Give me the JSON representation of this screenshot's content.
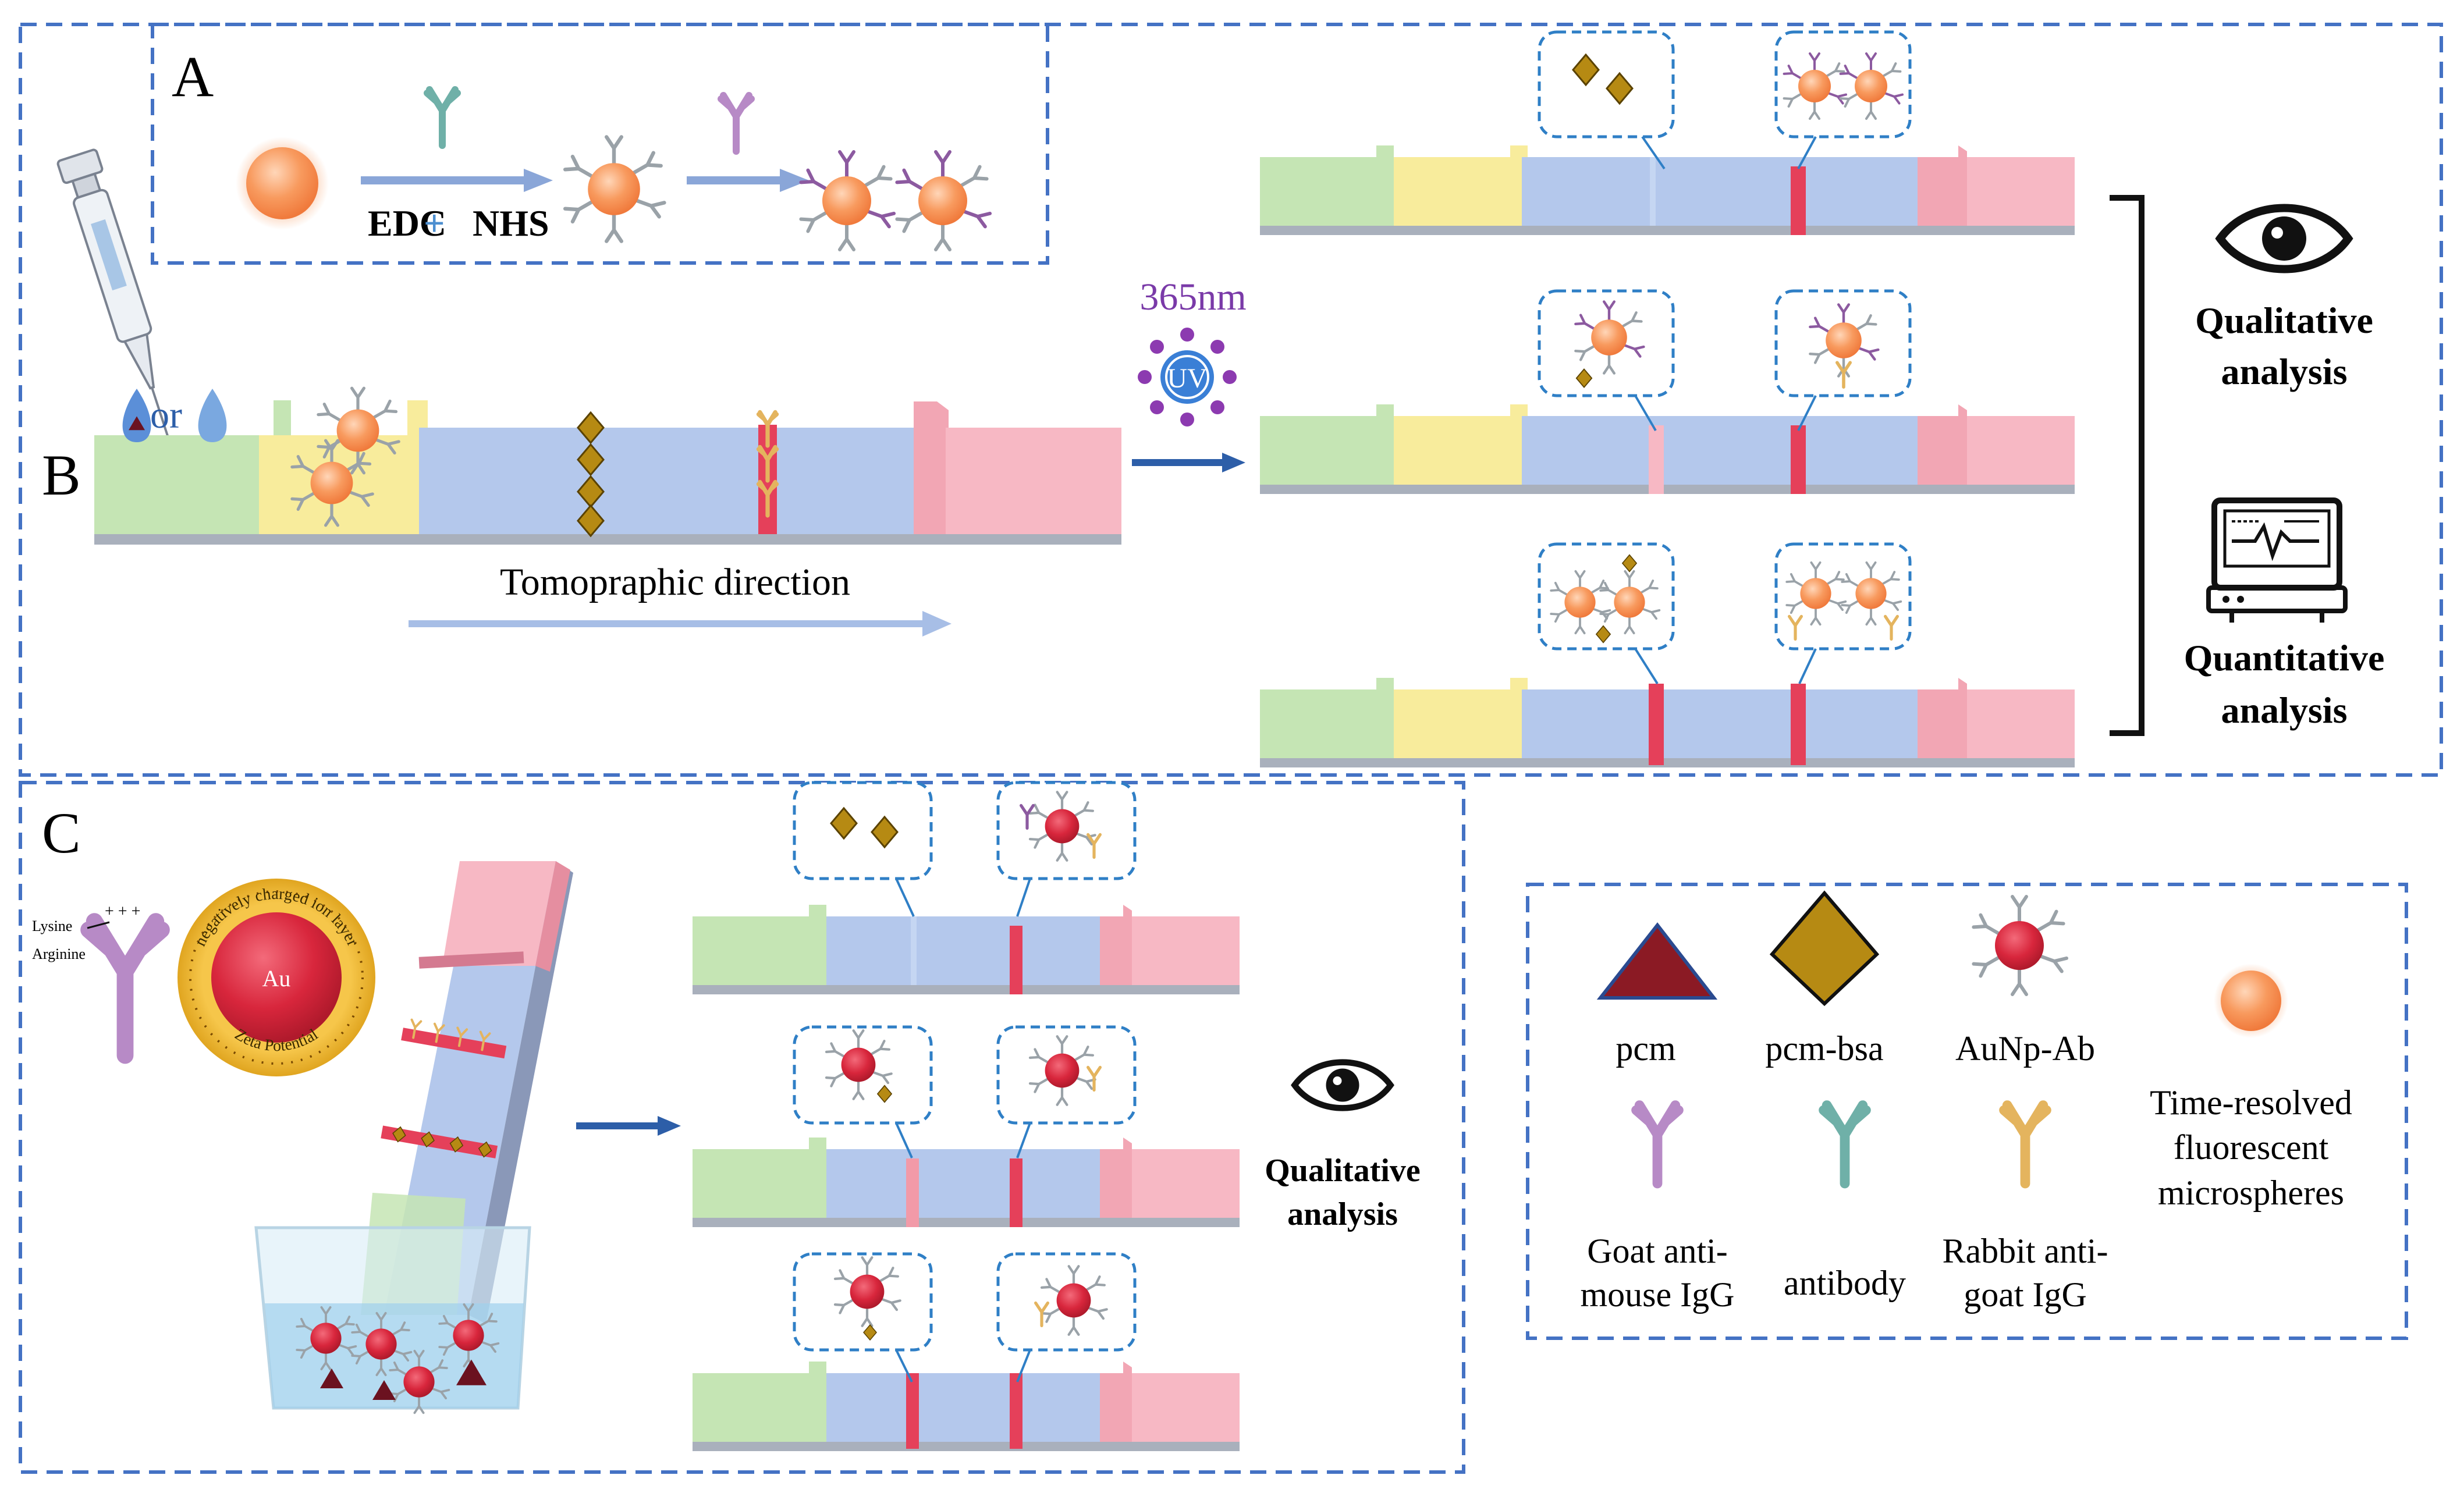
{
  "panels": {
    "a_label": "A",
    "b_label": "B",
    "c_label": "C"
  },
  "panel_a": {
    "reagent_text": "EDC",
    "reagent_text_2": "NHS"
  },
  "panel_b": {
    "drop_text": "or",
    "wavelength": "365nm",
    "uv_text": "UV",
    "direction_text": "Tomopraphic direction",
    "qualitative": [
      "Qualitative",
      "analysis"
    ],
    "quantitative": [
      "Quantitative",
      "analysis"
    ]
  },
  "panel_c": {
    "lysine": "Lysine",
    "arginine": "Arginine",
    "au_text": "Au",
    "ring_top": "negatively charged ion layer",
    "ring_bottom": "Zeta Potential",
    "qualitative": [
      "Qualitative",
      "analysis"
    ]
  },
  "legend": {
    "pcm": "pcm",
    "pcm_bsa": "pcm-bsa",
    "aunp_ab": "AuNp-Ab",
    "trfm": [
      "Time-resolved",
      "fluorescent",
      "microspheres"
    ],
    "goat": [
      "Goat anti-",
      "mouse IgG"
    ],
    "antibody": "antibody",
    "rabbit": [
      "Rabbit anti-",
      "goat IgG"
    ]
  },
  "colors": {
    "frame_dash": "#4472c4",
    "pad_sample": "#c5e5b4",
    "pad_conjugate": "#f8ec9c",
    "membrane": "#b4c8ec",
    "absorbent": "#f7b8c4",
    "test_line": "#e5405a",
    "diamond": "#b68a13",
    "triangle": "#8b1a24",
    "sphere": "#f6965c",
    "au_red": "#d42a3e",
    "goat_ab": "#b78ac6",
    "antibody": "#6fb0a8",
    "rabbit_ab": "#e4b45e",
    "uv": "#3a7fd6",
    "wavelength": "#7a3aa8"
  }
}
